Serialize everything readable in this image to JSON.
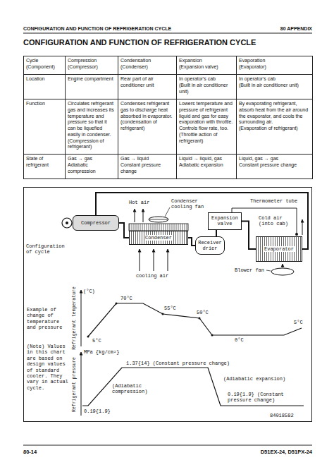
{
  "diagram": {
    "title": "CONFIGURATION AND FUNCTION OF REFRIGERATION CYCLE",
    "nodes": [
      {
        "text": [
          "Compressor"
        ]
      },
      {
        "text": [
          "Condenser"
        ]
      },
      {
        "text": [
          "Receiver drier"
        ]
      },
      {
        "text": [
          "Expansion valve"
        ]
      },
      {
        "text": [
          "Evaporator"
        ]
      }
    ],
    "edges": [
      {
        "from": 0,
        "to": 1,
        "arrow": "none"
      },
      {
        "from": 1,
        "to": 2,
        "arrow": "none"
      },
      {
        "from": 2,
        "to": 3,
        "arrow": "none"
      },
      {
        "from": 3,
        "to": 4,
        "arrow": "none"
      },
      {
        "from": 4,
        "to": 0,
        "arrow": "none"
      }
    ],
    "labels": [
      "CONFIGURATION AND FUNCTION OF REFRIGERATION CYCLE",
      "80 APPENDIX",
      "Cycle",
      "(Component)",
      "Compression",
      "(Compressor)",
      "Condensation",
      "(Condenser)",
      "Expansion",
      "(Expansion valve)",
      "Evaporation",
      "(Evaporator)",
      "Location",
      "Engine compartment",
      "Rear part of air conditioner unit",
      "In operator's cab",
      "(Built in air conditioner unit)",
      "In operator's cab",
      "(Built in air conditioner unit)",
      "Function",
      "Circulates refrigerant gas and increases its temperature and pressure so that it can be liquefied easily in condenser.",
      "(Compression of refrigerant)",
      "Condenses refrigerant gas to discharge heat absorbed in evaporator.",
      "(condensation of refrigerant)",
      "Lowers temperature and pressure of refrigerant liquid and gas for easy evaporation with throttle. Controls flow rate, too.",
      "(Throttle action of refrigerant)",
      "By evaporating refrigerant, absorb heat from the air around the evaporator, and cools the surrounding air.",
      "(Evaporation of refrigerant)",
      "State of refrigerant",
      "Gas → gas",
      "Adiabatic compression",
      "Gas → liquid",
      "Constant pressure change",
      "Liquid → liquid, gas",
      "Adiabatic expansion",
      "Liquid, gas → gas",
      "Constant pressure change",
      "Hot air",
      "Condenser cooling fan",
      "Thermometer tube",
      "Cold air (into cab)",
      "Configuration of cycle",
      "cooling air",
      "Blower fan",
      "Example of change of temperature and pressure",
      "(Note) Values in this chart are based on design values of standard cooler. They vary in actual cycle.",
      "(°C)",
      "Refrigerant temperature",
      "70°C",
      "55°C",
      "50°C",
      "5°C",
      "5°C",
      "0°C",
      "MPa {kg/cm²}",
      "Refrigerant pressure",
      "(Adiabatic compression)",
      "1.37{14} (Constant pressure change)",
      "(Adiabatic expansion)",
      "0.19{1.9} (Constant pressure change)",
      "0.19{1.9}",
      "84018582",
      "80-14",
      "D51EX-24, D51PX-24"
    ]
  }
}
